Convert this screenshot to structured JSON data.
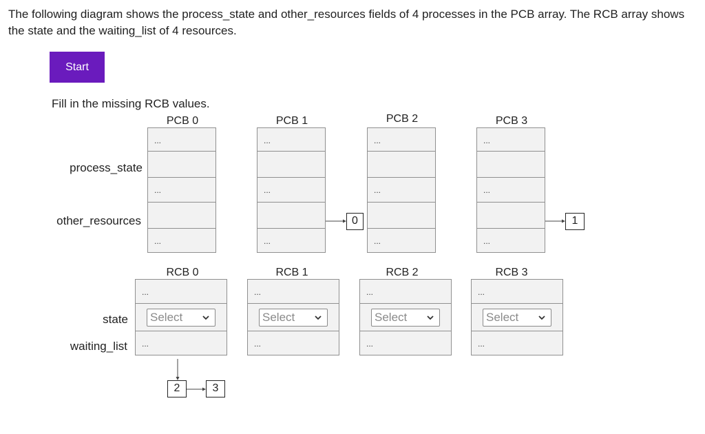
{
  "intro_text": "The following diagram shows the process_state and other_resources fields of 4 processes in the PCB array. The RCB array shows the state and the waiting_list of 4 resources.",
  "start_button": {
    "label": "Start",
    "color": "#6a1bbd"
  },
  "instruction": "Fill in the missing RCB values.",
  "ellipsis": "...",
  "pcb_labels": {
    "process_state": "process_state",
    "other_resources": "other_resources"
  },
  "pcbs": [
    {
      "title": "PCB 0",
      "other_resources": ""
    },
    {
      "title": "PCB 1",
      "other_resources": "0"
    },
    {
      "title": "PCB 2",
      "other_resources": ""
    },
    {
      "title": "PCB 3",
      "other_resources": "1"
    }
  ],
  "rcb_labels": {
    "state": "state",
    "waiting_list": "waiting_list"
  },
  "rcbs": [
    {
      "title": "RCB 0",
      "state_select": "Select",
      "waiting_list": [
        "2",
        "3"
      ]
    },
    {
      "title": "RCB 1",
      "state_select": "Select",
      "waiting_list": []
    },
    {
      "title": "RCB 2",
      "state_select": "Select",
      "waiting_list": []
    },
    {
      "title": "RCB 3",
      "state_select": "Select",
      "waiting_list": []
    }
  ]
}
